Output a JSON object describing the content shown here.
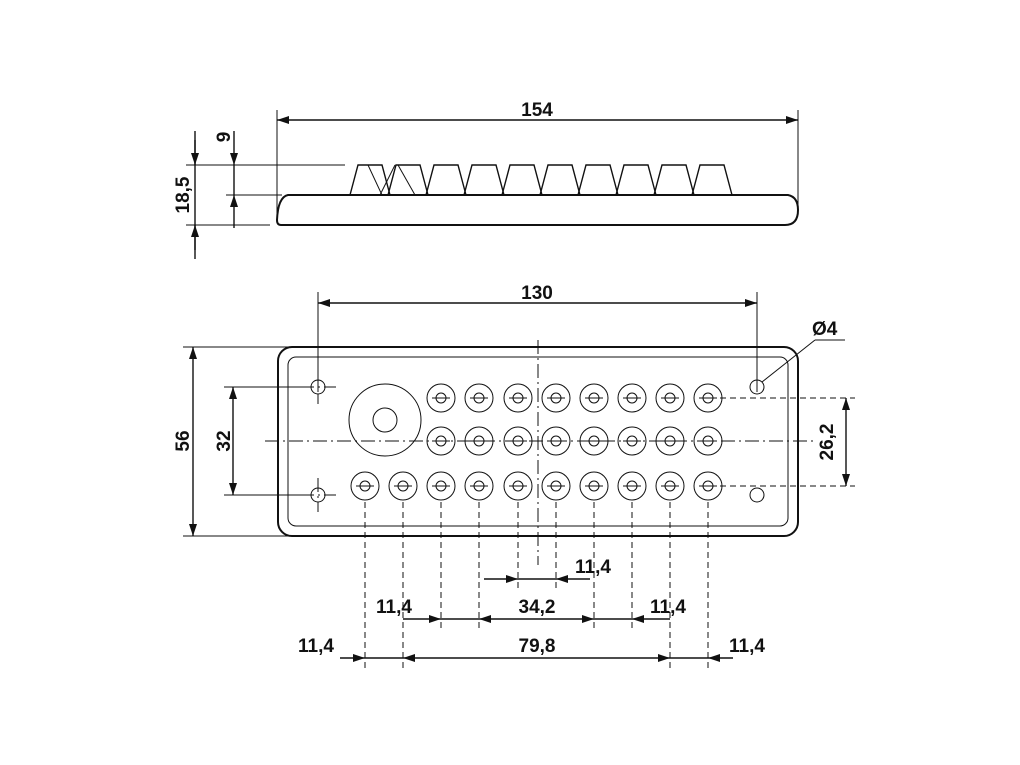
{
  "drawing": {
    "side_view": {
      "width_label": "154",
      "height_label": "18,5",
      "ridge_label": "9"
    },
    "front_view": {
      "hole_spacing_label": "130",
      "hole_diameter_label": "Ø4",
      "height_label": "56",
      "mount_spacing_label": "32",
      "row_spacing_label": "26,2",
      "pitch_labels": {
        "inner": "11,4",
        "left_mid": "11,4",
        "right_mid": "11,4",
        "left_outer": "11,4",
        "right_outer": "11,4"
      },
      "span_mid_label": "34,2",
      "span_total_label": "79,8"
    }
  }
}
